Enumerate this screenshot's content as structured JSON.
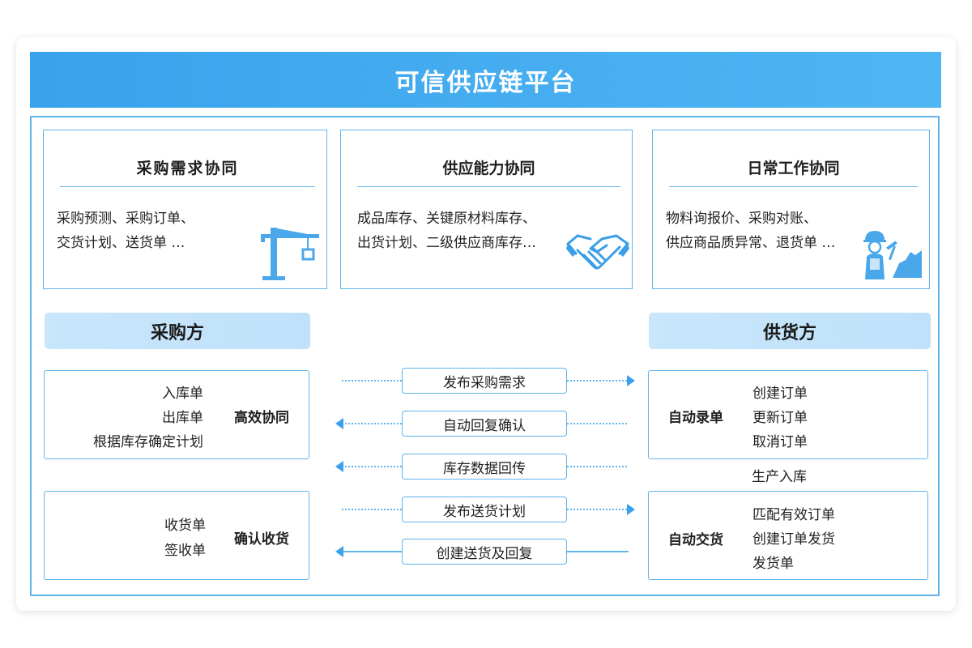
{
  "platform_title": "可信供应链平台",
  "top_sections": [
    {
      "title": "采购需求协同",
      "lines": [
        "采购预测、采购订单、",
        "交货计划、送货单 …"
      ],
      "icon": "crane-icon"
    },
    {
      "title": "供应能力协同",
      "lines": [
        "成品库存、关键原材料库存、",
        "出货计划、二级供应商库存…"
      ],
      "icon": "handshake-icon"
    },
    {
      "title": "日常工作协同",
      "lines": [
        "物料询报价、采购对账、",
        "供应商品质异常、退货单 …"
      ],
      "icon": "worker-icon"
    }
  ],
  "buyer": {
    "title": "采购方",
    "box1": {
      "items": [
        "入库单",
        "出库单",
        "根据库存确定计划"
      ],
      "label": "高效协同"
    },
    "box2": {
      "items": [
        "收货单",
        "签收单"
      ],
      "label": "确认收货"
    }
  },
  "supplier": {
    "title": "供货方",
    "box1": {
      "label": "自动录单",
      "items": [
        "创建订单",
        "更新订单",
        "取消订单"
      ]
    },
    "middle_item": "生产入库",
    "box2": {
      "label": "自动交货",
      "items": [
        "匹配有效订单",
        "创建订单发货",
        "发货单"
      ]
    }
  },
  "flows": [
    {
      "label": "发布采购需求",
      "direction": "right",
      "line": "dotted"
    },
    {
      "label": "自动回复确认",
      "direction": "left",
      "line": "dotted"
    },
    {
      "label": "库存数据回传",
      "direction": "left",
      "line": "dotted"
    },
    {
      "label": "发布送货计划",
      "direction": "right",
      "line": "dotted"
    },
    {
      "label": "创建送货及回复",
      "direction": "left",
      "line": "solid"
    }
  ],
  "colors": {
    "accent": "#3aa2ec",
    "line": "#5fb4ea",
    "header_bg": "#c9e6fb"
  }
}
